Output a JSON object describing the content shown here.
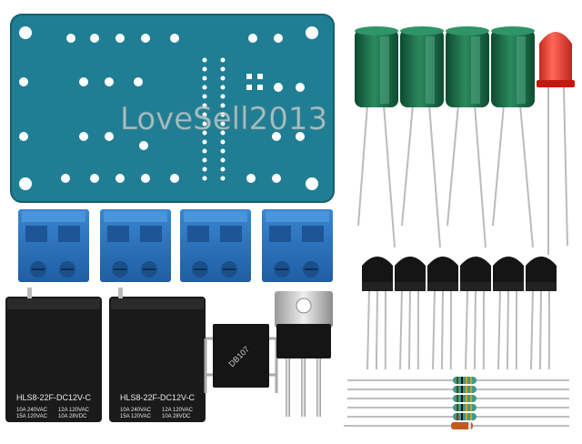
{
  "watermark": "LoveSell2013",
  "relays": [
    {
      "model": "HLS8-22F-DC12V-C",
      "rating_left_1": "10A 240VAC",
      "rating_left_2": "15A 120VAC",
      "rating_right_1": "12A 120VAC",
      "rating_right_2": "10A 28VDC"
    },
    {
      "model": "HLS8-22F-DC12V-C",
      "rating_left_1": "10A 240VAC",
      "rating_left_2": "15A 120VAC",
      "rating_right_1": "12A 120VAC",
      "rating_right_2": "10A 28VDC"
    }
  ],
  "bridge_chip": {
    "marking": "DB107"
  },
  "colors": {
    "pcb": "#1f7e93",
    "terminal_block": "#2a6fb8",
    "capacitor": "#1b6b48",
    "led": "#e8241c",
    "relay": "#1a1a1a",
    "resistor": "#3a9a8e"
  }
}
